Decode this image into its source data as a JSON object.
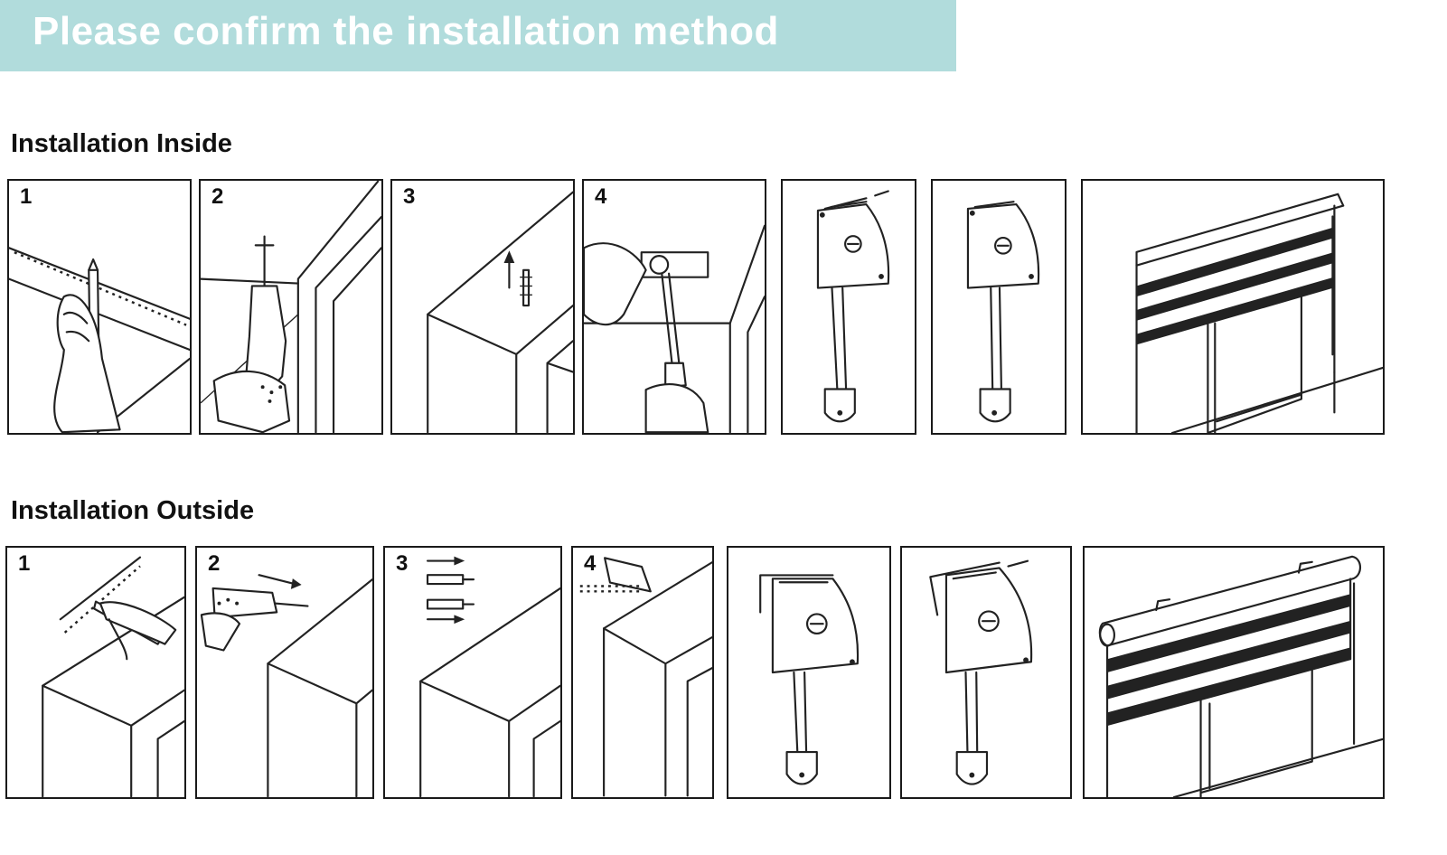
{
  "header": {
    "title": "Please confirm the installation method",
    "color": "#b1dcdc"
  },
  "sections": [
    {
      "title": "Installation Inside",
      "steps": [
        "1",
        "2",
        "3",
        "4"
      ]
    },
    {
      "title": "Installation Outside",
      "steps": [
        "1",
        "2",
        "3",
        "4"
      ]
    }
  ],
  "icons": [
    "pencil-icon",
    "drill-icon",
    "wall-plug-icon",
    "screwdriver-icon",
    "bracket-icon",
    "blind-icon"
  ]
}
